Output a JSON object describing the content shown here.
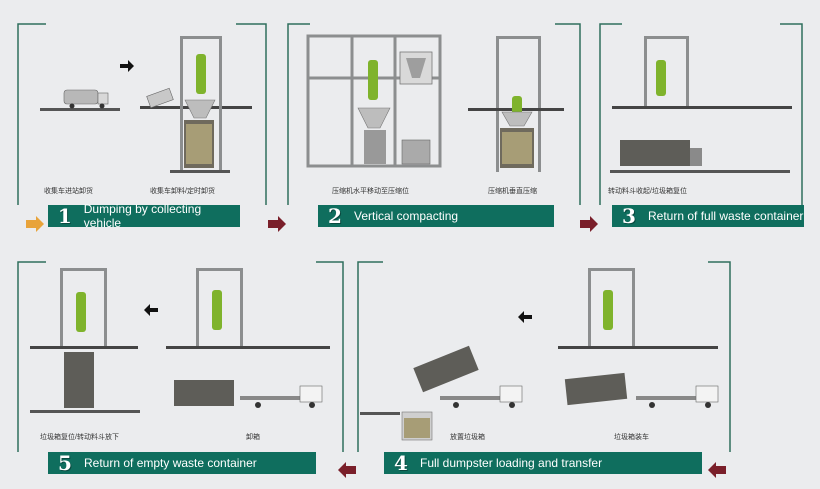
{
  "colors": {
    "frame": "#2f6f5d",
    "label_bg": "#0f6e5e",
    "arrow_dark": "#7a1f2a",
    "arrow_orange": "#e8a33a",
    "equipment_green": "#7fb32c",
    "steel": "#7c7f80"
  },
  "steps": [
    {
      "number": "1",
      "title": "Dumping by collecting vehicle",
      "captions": [
        "收集车进站卸货",
        "收集车卸料/定时卸货"
      ]
    },
    {
      "number": "2",
      "title": "Vertical compacting",
      "captions": [
        "压缩机水平移动至压缩位",
        "压缩机垂直压缩"
      ]
    },
    {
      "number": "3",
      "title": "Return of full waste container",
      "captions": [
        "转动料斗收起/垃圾箱复位"
      ]
    },
    {
      "number": "4",
      "title": "Full dumpster loading and transfer",
      "captions": [
        "垃圾箱装车",
        "放置垃圾箱"
      ]
    },
    {
      "number": "5",
      "title": "Return of empty waste container",
      "captions": [
        "垃圾箱复位/转动料斗放下",
        "卸箱"
      ]
    }
  ]
}
